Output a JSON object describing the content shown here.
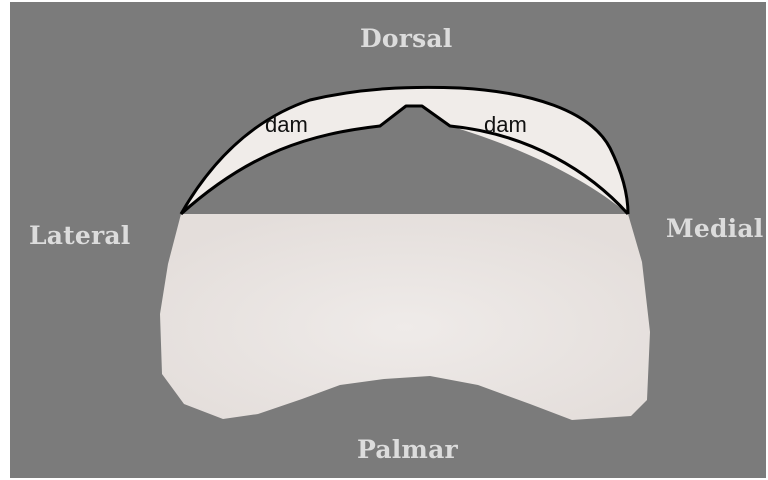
{
  "labels": {
    "top": "Dorsal",
    "left": "Lateral",
    "right": "Medial",
    "bottom": "Palmar"
  },
  "regions": {
    "left_region_label": "dam",
    "right_region_label": "dam"
  },
  "colors": {
    "background": "#7b7b7b",
    "specimen": "#ebe6e3",
    "outline": "#000000",
    "label_text": "#dcdcdc"
  }
}
